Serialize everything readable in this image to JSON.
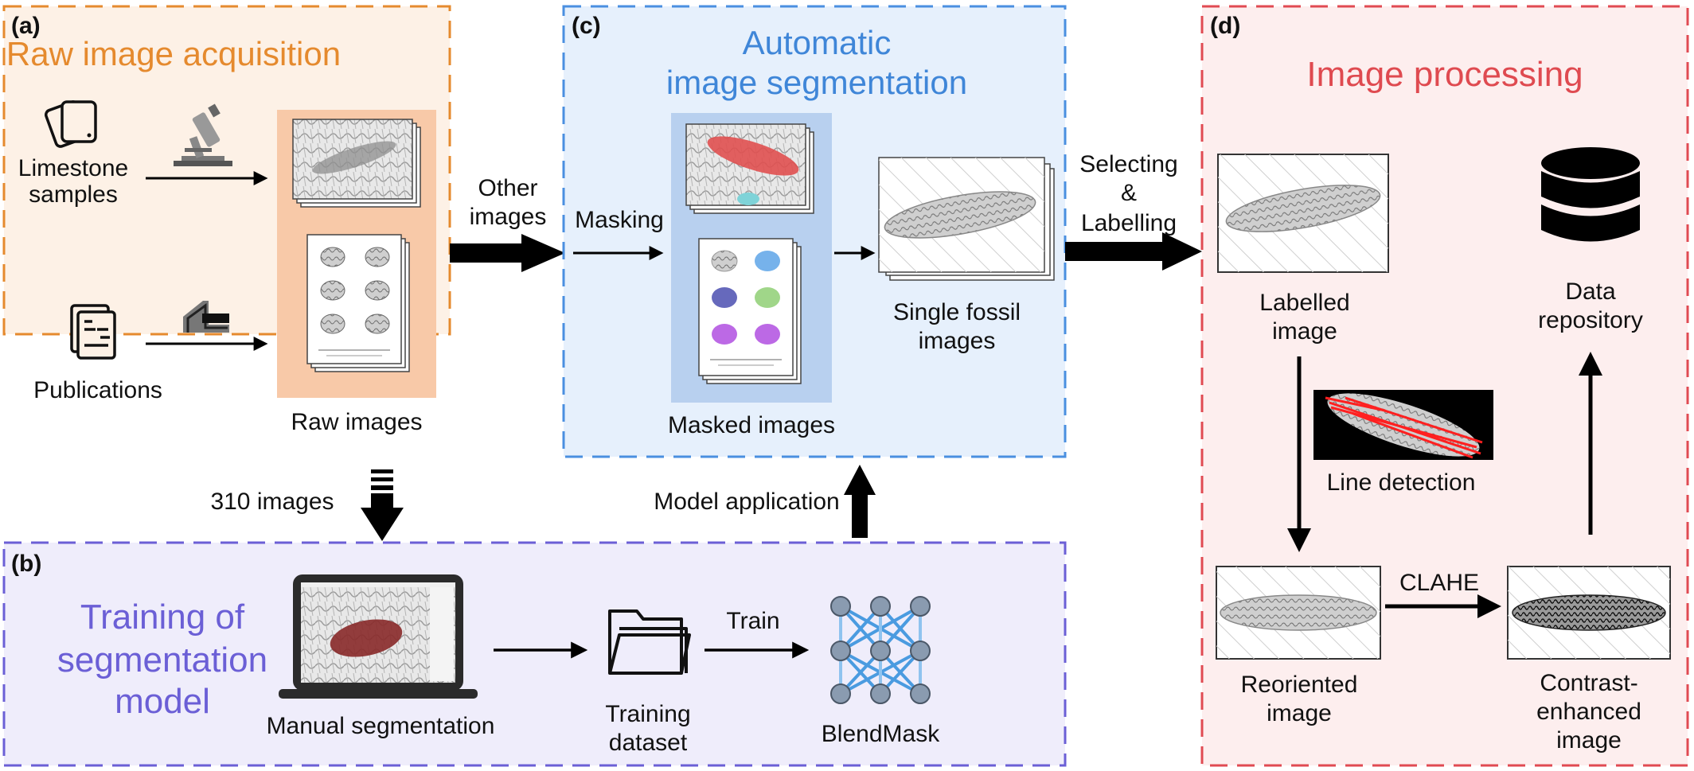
{
  "panels": {
    "a": {
      "letter": "(a)",
      "title": "Raw image acquisition"
    },
    "b": {
      "letter": "(b)",
      "title_lines": [
        "Training of",
        "segmentation",
        "model"
      ]
    },
    "c": {
      "letter": "(c)",
      "title_lines": [
        "Automatic",
        "image segmentation"
      ]
    },
    "d": {
      "letter": "(d)",
      "title": "Image processing"
    }
  },
  "labels": {
    "limestone": [
      "Limestone",
      "samples"
    ],
    "publications": "Publications",
    "raw_images": "Raw images",
    "other_images": [
      "Other",
      "images"
    ],
    "masking": "Masking",
    "masked_images": "Masked images",
    "single_fossil": [
      "Single fossil",
      "images"
    ],
    "selecting": [
      "Selecting",
      "&",
      "Labelling"
    ],
    "count": "310 images",
    "model_application": "Model application",
    "manual_segmentation": "Manual segmentation",
    "training_dataset": [
      "Training",
      "dataset"
    ],
    "train": "Train",
    "blendmask": "BlendMask",
    "labelled_image": [
      "Labelled",
      "image"
    ],
    "data_repository": [
      "Data",
      "repository"
    ],
    "line_detection": "Line detection",
    "reoriented_image": [
      "Reoriented",
      "image"
    ],
    "clahe": "CLAHE",
    "contrast_enhanced": [
      "Contrast-",
      "enhanced",
      "image"
    ]
  },
  "colors": {
    "panel_a_border": "#e58a2e",
    "panel_a_fill": "#fdf1e6",
    "panel_b_border": "#6b5fd6",
    "panel_b_fill": "#efedfb",
    "panel_c_border": "#4a8fe0",
    "panel_c_fill": "#e6f0fc",
    "panel_d_border": "#e04a52",
    "panel_d_fill": "#fdeeee",
    "raw_stack_bg": "#f8c9a8",
    "masked_stack_bg": "#b8d0ef"
  },
  "icons": [
    "cards-icon",
    "microscope-icon",
    "documents-icon",
    "scanner-icon",
    "laptop-icon",
    "folder-icon",
    "neural-network-icon",
    "database-icon"
  ]
}
